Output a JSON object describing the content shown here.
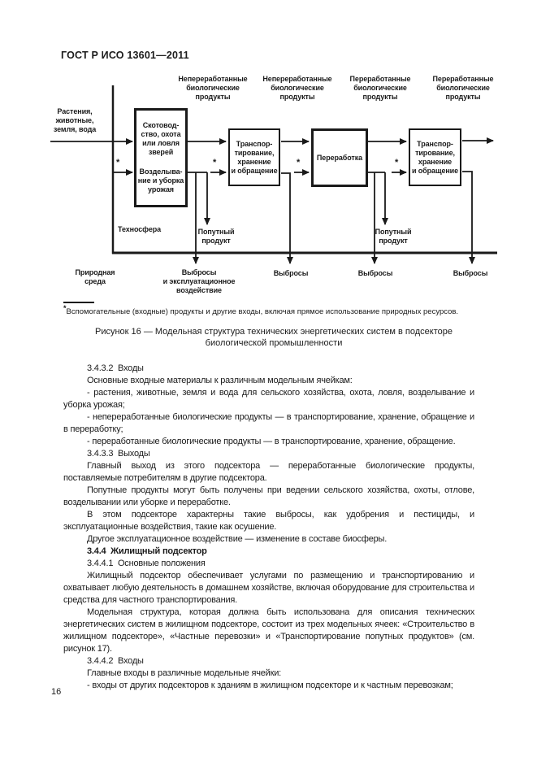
{
  "header": {
    "title": "ГОСТ Р ИСО 13601—2011"
  },
  "figure": {
    "top_labels": [
      "Непереработанные\nбиологические\nпродукты",
      "Непереработанные\nбиологические\nпродукты",
      "Переработанные\nбиологические\nпродукты",
      "Переработанные\nбиологические\nпродукты"
    ],
    "input_label": "Растения,\nживотные,\nземля, вода",
    "boxes": {
      "agriculture_top": "Скотовод-\nство, охота\nили ловля\nзверей",
      "agriculture_bottom": "Возделыва-\nние и уборка\nурожая",
      "transport": "Транспор-\nтирование,\nхранение\nи обращение",
      "processing": "Переработка"
    },
    "asterisk": "*",
    "technosphere_label": "Техносфера",
    "nature_label": "Природная\nсреда",
    "byproduct_label": "Попутный\nпродукт",
    "emissions_label_full": "Выбросы\nи эксплуатационное\nвоздействие",
    "emissions_label": "Выбросы",
    "footnote": {
      "marker": "*",
      "text": "Вспомогательные (входные) продукты и другие входы, включая прямое использование природных ресурсов."
    },
    "caption": "Рисунок 16 — Модельная структура технических энергетических систем в подсекторе\nбиологической промышленности"
  },
  "body": {
    "paragraphs": [
      {
        "text": "3.4.3.2  Входы"
      },
      {
        "text": "Основные входные материалы к различным модельным ячейкам:"
      },
      {
        "text": "- растения, животные, земля и вода для сельского хозяйства, охота, ловля, возделывание и уборка урожая;"
      },
      {
        "text": "- непереработанные биологические продукты — в транспортирование, хранение, обращение и в переработку;"
      },
      {
        "text": "- переработанные биологические продукты — в транспортирование, хранение, обращение."
      },
      {
        "text": "3.4.3.3  Выходы"
      },
      {
        "text": "Главный выход из этого подсектора — переработанные биологические продукты, поставляемые потребителям в другие подсектора."
      },
      {
        "text": "Попутные продукты могут быть получены при ведении сельского хозяйства, охоты, отлове, возделывании или уборке и переработке."
      },
      {
        "text": "В этом подсекторе характерны такие выбросы, как удобрения и пестициды, и эксплуатационные воздействия, такие как осушение."
      },
      {
        "text": "Другое эксплуатационное воздействие — изменение в составе биосферы."
      },
      {
        "text": "3.4.4  Жилищный подсектор"
      },
      {
        "text": "3.4.4.1  Основные положения"
      },
      {
        "text": "Жилищный подсектор обеспечивает услугами по размещению и транспортированию и охватывает любую деятельность в домашнем хозяйстве, включая оборудование для строительства и средства для частного транспортирования."
      },
      {
        "text": "Модельная структура, которая должна быть использована для описания технических энергетических систем в жилищном подсекторе, состоит из трех модельных ячеек: «Строительство в жилищном подсекторе», «Частные перевозки» и «Транспортирование попутных продуктов» (см. рисунок 17)."
      },
      {
        "text": "3.4.4.2  Входы"
      },
      {
        "text": "Главные входы в различные модельные ячейки:"
      },
      {
        "text": "- входы от других подсекторов к зданиям в жилищном подсекторе и к частным перевозкам;"
      }
    ]
  },
  "page_number": "16"
}
